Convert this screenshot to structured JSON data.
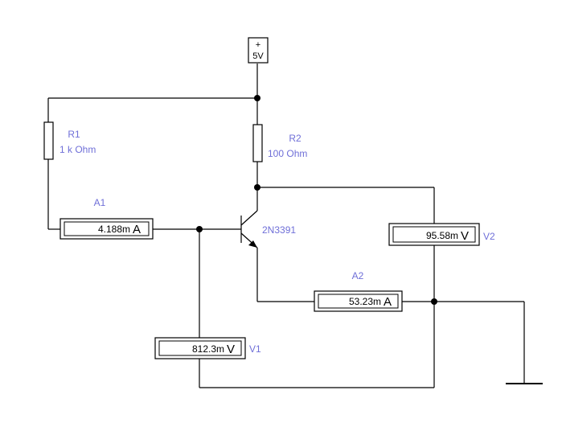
{
  "source": {
    "label": "5V",
    "polarity": "+"
  },
  "resistors": [
    {
      "name": "R1",
      "value": "1 k Ohm"
    },
    {
      "name": "R2",
      "value": "100  Ohm"
    }
  ],
  "transistor": {
    "name": "2N3391"
  },
  "ammeters": [
    {
      "name": "A1",
      "reading": "4.188m",
      "unit": "A"
    },
    {
      "name": "A2",
      "reading": "53.23m",
      "unit": "A"
    }
  ],
  "voltmeters": [
    {
      "name": "V1",
      "reading": "812.3m",
      "unit": "V"
    },
    {
      "name": "V2",
      "reading": "95.58m",
      "unit": "V"
    }
  ],
  "colors": {
    "label": "#6f6fd8",
    "wire": "#000000",
    "background": "#ffffff"
  }
}
